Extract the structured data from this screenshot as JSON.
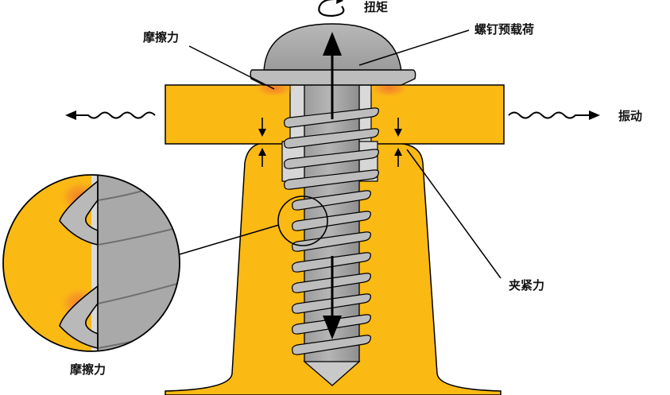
{
  "labels": {
    "torque": "扭矩",
    "friction_top": "摩擦力",
    "bolt_preload": "螺钉预载荷",
    "vibration": "振动",
    "clamping_force": "夹紧力",
    "friction_bottom": "摩擦力"
  },
  "colors": {
    "part_yellow": "#FBB914",
    "part_yellow_dark": "#E8A00C",
    "screw_gray": "#A9A9A9",
    "screw_gray_light": "#C4C4C4",
    "screw_gray_dark": "#8D8D8D",
    "washer_gray": "#BDBDBD",
    "hole_gray": "#D9D9D9",
    "friction_orange": "#F07A2A",
    "outline": "#000000",
    "text": "#111111"
  }
}
